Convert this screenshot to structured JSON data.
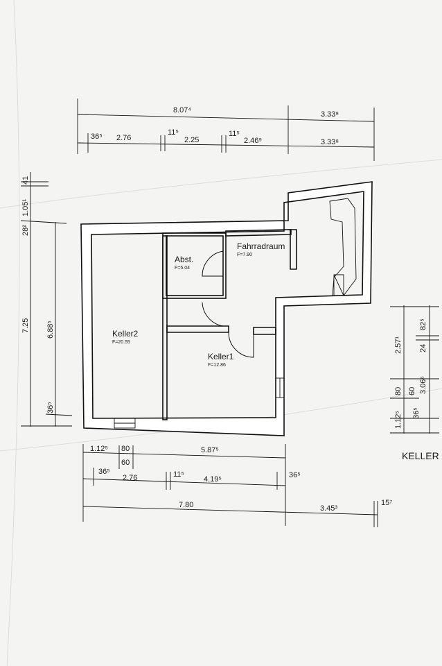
{
  "rooms": [
    {
      "name": "Abst.",
      "area": "F=5.04"
    },
    {
      "name": "Fahrradraum",
      "area": "F=7.90"
    },
    {
      "name": "Keller2",
      "area": "F=20.55"
    },
    {
      "name": "Keller1",
      "area": "F=12.86"
    }
  ],
  "floor_label": "KELLER",
  "dims_top": {
    "row1": [
      "8.07⁴",
      "3.33⁸"
    ],
    "row2": [
      "36⁵",
      "2.76",
      "11⁵",
      "2.25",
      "11⁵",
      "2.46⁹",
      "3.33⁸"
    ]
  },
  "dims_left": {
    "outer": [
      "28²",
      "1.05¹",
      "41",
      "7.25"
    ],
    "inner": [
      "6.88⁵",
      "36⁵"
    ]
  },
  "dims_right": {
    "outer": [
      "2.57¹",
      "1.12⁵"
    ],
    "inner": [
      "82⁵",
      "24",
      "80",
      "60",
      "3.06⁶",
      "36⁵"
    ]
  },
  "dims_bottom": {
    "row1": [
      "1.12⁵",
      "80",
      "60",
      "5.87⁵"
    ],
    "row2": [
      "36⁵",
      "2.76",
      "11⁵",
      "4.19⁵",
      "36⁵"
    ],
    "row3": [
      "7.80",
      "3.45³",
      "15⁷"
    ]
  }
}
